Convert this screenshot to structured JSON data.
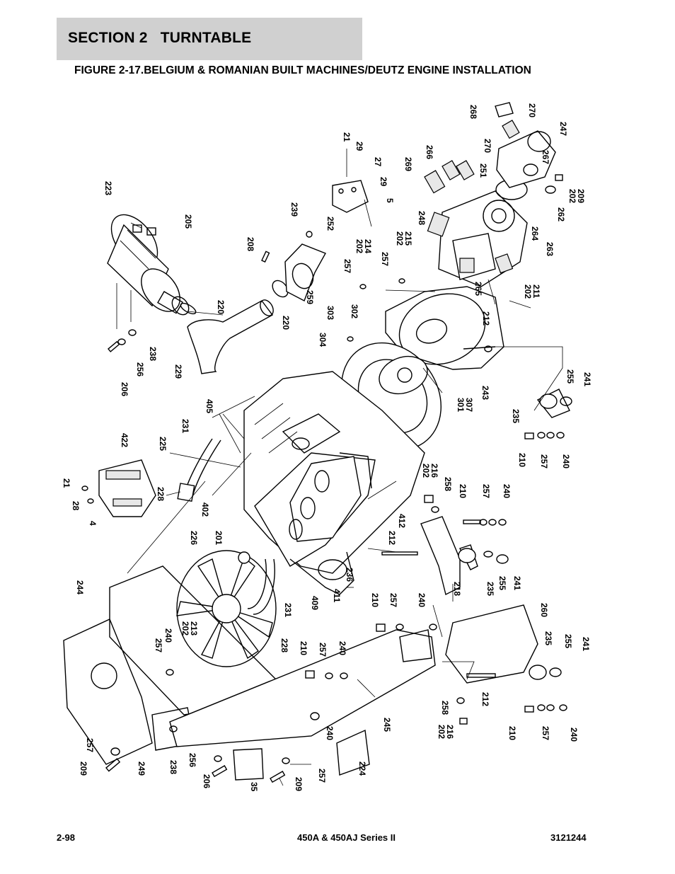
{
  "header": {
    "section_label": "SECTION 2   TURNTABLE",
    "figure_title": "FIGURE 2-17.BELGIUM & ROMANIAN BUILT MACHINES/DEUTZ ENGINE INSTALLATION"
  },
  "footer": {
    "page_number": "2-98",
    "model": "450A & 450AJ Series II",
    "part_number": "3121244"
  },
  "callouts": {
    "c268": "268",
    "c270a": "270",
    "c270b": "270",
    "c247": "247",
    "c21a": "21",
    "c29a": "29",
    "c27": "27",
    "c29b": "29",
    "c5": "5",
    "c269": "269",
    "c266": "266",
    "c251": "251",
    "c267": "267",
    "c202a": "202",
    "c209a": "209",
    "c262": "262",
    "c223": "223",
    "c205": "205",
    "c239": "239",
    "c252": "252",
    "c208": "208",
    "c202b": "202",
    "c214": "214",
    "c202c": "202",
    "c215": "215",
    "c248": "248",
    "c264": "264",
    "c263": "263",
    "c257a": "257",
    "c257b": "257",
    "c265": "265",
    "c202d": "202",
    "c211": "211",
    "c220a": "220",
    "c220b": "220",
    "c259": "259",
    "c303": "303",
    "c302": "302",
    "c212a": "212",
    "c304": "304",
    "c238a": "238",
    "c256a": "256",
    "c206a": "206",
    "c229": "229",
    "c255a": "255",
    "c241a": "241",
    "c301": "301",
    "c307": "307",
    "c243": "243",
    "c235a": "235",
    "c405": "405",
    "c231a": "231",
    "c225": "225",
    "c422": "422",
    "c210a": "210",
    "c257c": "257",
    "c240a": "240",
    "c21b": "21",
    "c228a": "228",
    "c202e": "202",
    "c216a": "216",
    "c258a": "258",
    "c210b": "210",
    "c257d": "257",
    "c240b": "240",
    "c28": "28",
    "c402": "402",
    "c4": "4",
    "c412": "412",
    "c212b": "212",
    "c226": "226",
    "c201": "201",
    "c218": "218",
    "c235b": "235",
    "c255b": "255",
    "c241b": "241",
    "c236": "236",
    "c244": "244",
    "c409": "409",
    "c411": "411",
    "c210c": "210",
    "c257e": "257",
    "c240c": "240",
    "c260": "260",
    "c231b": "231",
    "c257f": "257",
    "c240d": "240",
    "c202f": "202",
    "c213": "213",
    "c228b": "228",
    "c210d": "210",
    "c257g": "257",
    "c240e": "240",
    "c235c": "235",
    "c255c": "255",
    "c241c": "241",
    "c212c": "212",
    "c258b": "258",
    "c202g": "202",
    "c216b": "216",
    "c245": "245",
    "c210e": "210",
    "c257h": "257",
    "c240f": "240",
    "c257i": "257",
    "c209b": "209",
    "c249": "249",
    "c238b": "238",
    "c256b": "256",
    "c206b": "206",
    "c35": "35",
    "c209c": "209",
    "c257j": "257",
    "c240g": "240",
    "c224": "224"
  }
}
